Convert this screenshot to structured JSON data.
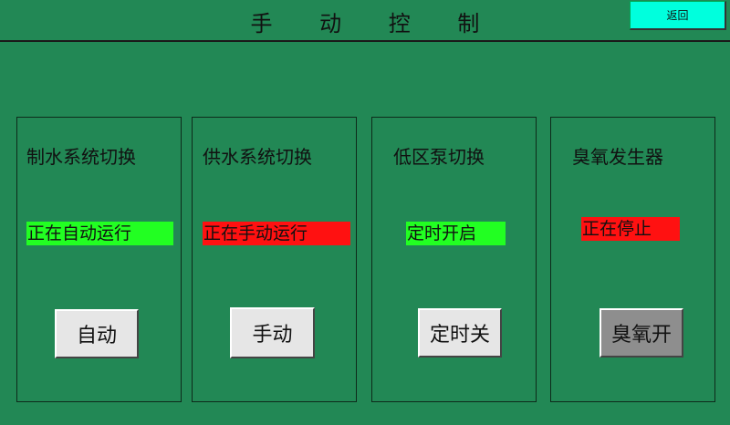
{
  "header": {
    "title": "手 动 控 制",
    "back_label": "返回"
  },
  "panels": [
    {
      "title": "制水系统切换",
      "status": "正在自动运行",
      "status_color": "#22ff22",
      "button": "自动"
    },
    {
      "title": "供水系统切换",
      "status": "正在手动运行",
      "status_color": "#ff1111",
      "button": "手动"
    },
    {
      "title": "低区泵切换",
      "status": "定时开启",
      "status_color": "#22ff22",
      "button": "定时关"
    },
    {
      "title": "臭氧发生器",
      "status": "正在停止",
      "status_color": "#ff1111",
      "button": "臭氧开"
    }
  ],
  "colors": {
    "background": "#228855",
    "back_button": "#00ffdd"
  }
}
